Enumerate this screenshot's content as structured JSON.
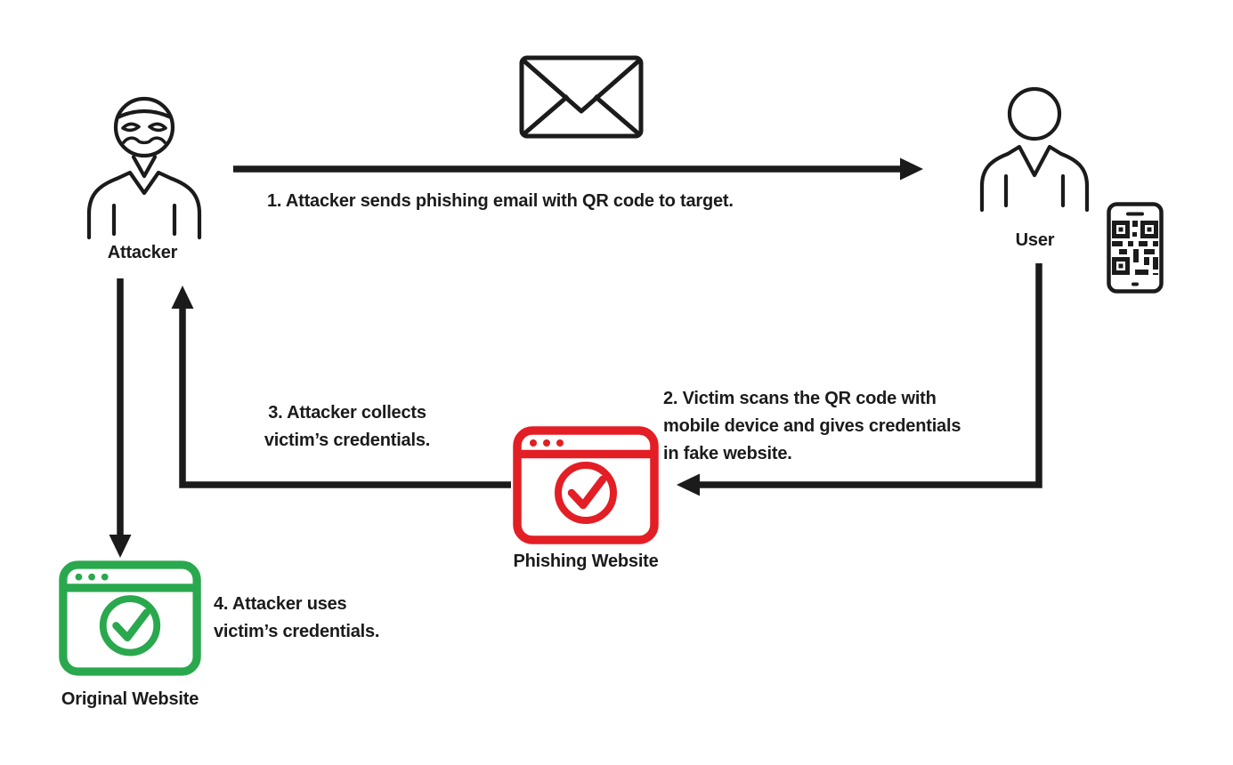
{
  "nodes": {
    "attacker": {
      "label": "Attacker"
    },
    "user": {
      "label": "User"
    },
    "phishing_website": {
      "label": "Phishing Website"
    },
    "original_website": {
      "label": "Original Website"
    }
  },
  "steps": {
    "step1": {
      "lines": [
        "1. Attacker sends phishing email with QR code to target."
      ]
    },
    "step2": {
      "lines": [
        "2. Victim scans the QR code with",
        "mobile device and gives credentials",
        "in fake website."
      ]
    },
    "step3": {
      "lines": [
        "3. Attacker collects",
        "victim’s credentials."
      ]
    },
    "step4": {
      "lines": [
        "4. Attacker uses",
        "victim’s credentials."
      ]
    }
  },
  "icons": {
    "attacker": "masked-attacker-person-icon",
    "email": "envelope-icon",
    "user": "person-icon",
    "qr_phone": "smartphone-with-qr-code-icon",
    "phishing_website": "browser-window-checkmark-icon-red",
    "original_website": "browser-window-checkmark-icon-green"
  },
  "colors": {
    "line": "#1b1b1b",
    "text": "#1b1b1b",
    "phishing_red": "#e31e25",
    "original_green": "#2aa84e",
    "background": "#ffffff"
  }
}
